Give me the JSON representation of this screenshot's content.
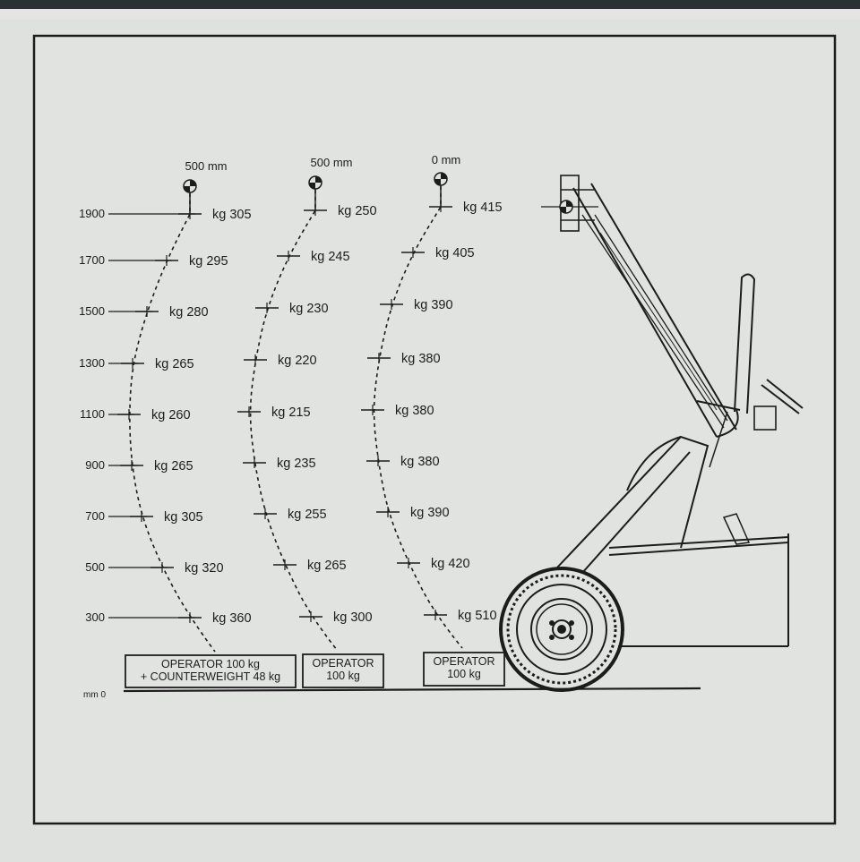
{
  "heights": [
    "1900",
    "1700",
    "1500",
    "1300",
    "1100",
    "900",
    "700",
    "500",
    "300"
  ],
  "baseline_label": "mm 0",
  "columns": [
    {
      "offset_label": "500 mm",
      "loads": [
        "kg 305",
        "kg 295",
        "kg 280",
        "kg 265",
        "kg 260",
        "kg 265",
        "kg 305",
        "kg 320",
        "kg 360"
      ],
      "box_lines": [
        "OPERATOR 100 kg",
        "+ COUNTERWEIGHT 48 kg"
      ]
    },
    {
      "offset_label": "500 mm",
      "loads": [
        "kg 250",
        "kg 245",
        "kg 230",
        "kg 220",
        "kg 215",
        "kg 235",
        "kg 255",
        "kg 265",
        "kg 300"
      ],
      "box_lines": [
        "OPERATOR",
        "100 kg"
      ]
    },
    {
      "offset_label": "0 mm",
      "loads": [
        "kg 415",
        "kg 405",
        "kg 390",
        "kg 380",
        "kg 380",
        "kg 380",
        "kg 390",
        "kg 420",
        "kg 510"
      ],
      "box_lines": [
        "OPERATOR",
        "100 kg"
      ]
    }
  ],
  "colors": {
    "paper": "#dfe1df",
    "ink": "#1c1c1c",
    "backdrop": "#1f2527"
  },
  "icons": [
    "center-of-gravity-symbol",
    "forklift-mast-drawing",
    "wheel-drawing"
  ]
}
